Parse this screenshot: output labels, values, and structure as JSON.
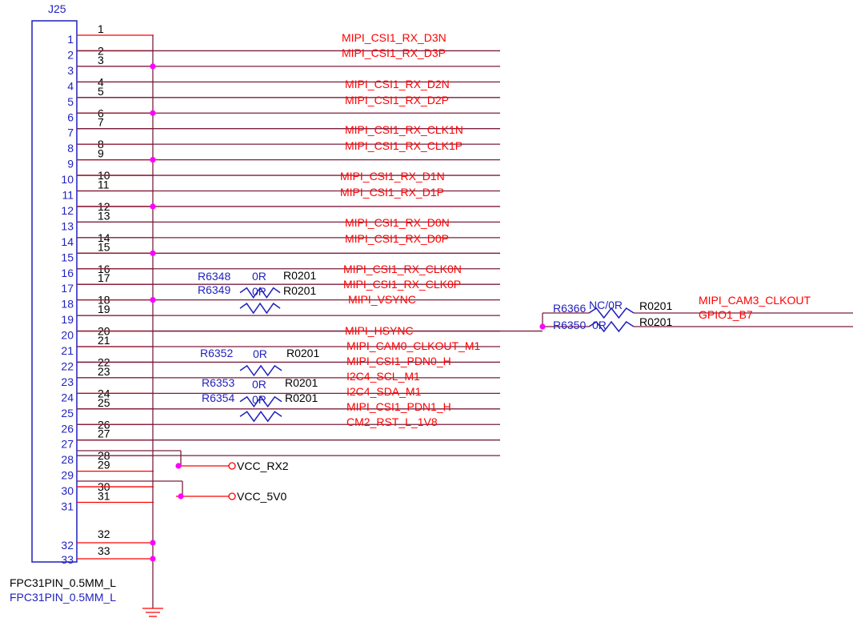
{
  "component": {
    "refdes": "J25",
    "part_name": "FPC31PIN_0.5MM_L",
    "part_value": "FPC31PIN_0.5MM_L",
    "left_pin_numbers": [
      "1",
      "2",
      "3",
      "4",
      "5",
      "6",
      "7",
      "8",
      "9",
      "10",
      "11",
      "12",
      "13",
      "14",
      "15",
      "16",
      "17",
      "18",
      "19",
      "20",
      "21",
      "22",
      "23",
      "24",
      "25",
      "26",
      "27",
      "28",
      "29",
      "30",
      "31",
      "32",
      "33"
    ],
    "right_pin_numbers": [
      "1",
      "2",
      "3",
      "4",
      "5",
      "6",
      "7",
      "8",
      "9",
      "10",
      "11",
      "12",
      "13",
      "14",
      "15",
      "16",
      "17",
      "18",
      "19",
      "20",
      "21",
      "22",
      "23",
      "24",
      "25",
      "26",
      "27",
      "28",
      "29",
      "30",
      "31",
      "32",
      "33"
    ]
  },
  "nets": {
    "d3n": "MIPI_CSI1_RX_D3N",
    "d3p": "MIPI_CSI1_RX_D3P",
    "d2n": "MIPI_CSI1_RX_D2N",
    "d2p": "MIPI_CSI1_RX_D2P",
    "clk1n": "MIPI_CSI1_RX_CLK1N",
    "clk1p": "MIPI_CSI1_RX_CLK1P",
    "d1n": "MIPI_CSI1_RX_D1N",
    "d1p": "MIPI_CSI1_RX_D1P",
    "d0n": "MIPI_CSI1_RX_D0N",
    "d0p": "MIPI_CSI1_RX_D0P",
    "clk0n": "MIPI_CSI1_RX_CLK0N",
    "clk0p": "MIPI_CSI1_RX_CLK0P",
    "vsync": "MIPI_VSYNC",
    "hsync": "MIPI_HSYNC",
    "cam0_clkout": "MIPI_CAM0_CLKOUT_M1",
    "pdn0": "MIPI_CSI1_PDN0_H",
    "scl": "I2C4_SCL_M1",
    "sda": "I2C4_SDA_M1",
    "pdn1": "MIPI_CSI1_PDN1_H",
    "rst": "CM2_RST_L_1V8",
    "vcc_rx2": "VCC_RX2",
    "vcc_5v0": "VCC_5V0",
    "cam3_clkout": "MIPI_CAM3_CLKOUT",
    "gpio1_b7": "GPIO1_B7"
  },
  "resistors": {
    "r6348": {
      "ref": "R6348",
      "value": "0R",
      "package": "R0201"
    },
    "r6349": {
      "ref": "R6349",
      "value": "0R",
      "package": "R0201"
    },
    "r6352": {
      "ref": "R6352",
      "value": "0R",
      "package": "R0201"
    },
    "r6353": {
      "ref": "R6353",
      "value": "0R",
      "package": "R0201"
    },
    "r6354": {
      "ref": "R6354",
      "value": "0R",
      "package": "R0201"
    },
    "r6366": {
      "ref": "R6366",
      "value": "NC/0R",
      "package": "R0201"
    },
    "r6350": {
      "ref": "R6350",
      "value": "0R",
      "package": "R0201"
    }
  },
  "colors": {
    "box": "#1f1fbf",
    "pin_wire": "#ff0000",
    "net_wire": "#7a1f3d",
    "junction": "#ff00ff",
    "net_label": "#ff0000",
    "designator": "#1f1fbf"
  }
}
